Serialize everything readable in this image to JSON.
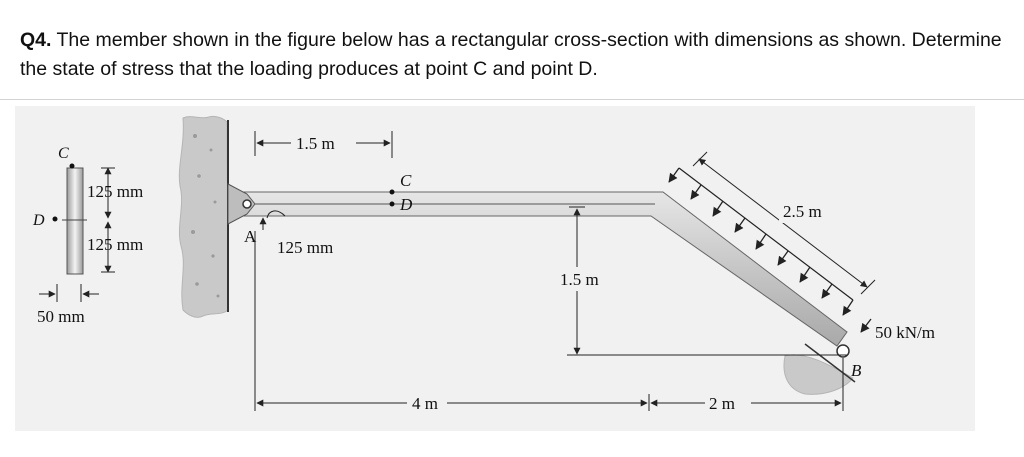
{
  "question": {
    "number": "Q4.",
    "text": "The member shown in the figure below has a rectangular cross-section with dimensions as shown. Determine the state of stress that the loading produces at point C and point D."
  },
  "cross_section": {
    "point_c": "C",
    "point_d": "D",
    "top_height": "125 mm",
    "bottom_height": "125 mm",
    "width": "50 mm"
  },
  "member": {
    "support_a": "A",
    "support_b": "B",
    "point_c": "C",
    "point_d": "D",
    "dim_ac": "1.5 m",
    "dim_d_offset": "125 mm",
    "dim_horizontal_length": "4 m",
    "dim_vertical_drop": "1.5 m",
    "dim_inclined_horizontal": "2 m",
    "dim_inclined_length": "2.5 m",
    "load": "50 kN/m"
  }
}
